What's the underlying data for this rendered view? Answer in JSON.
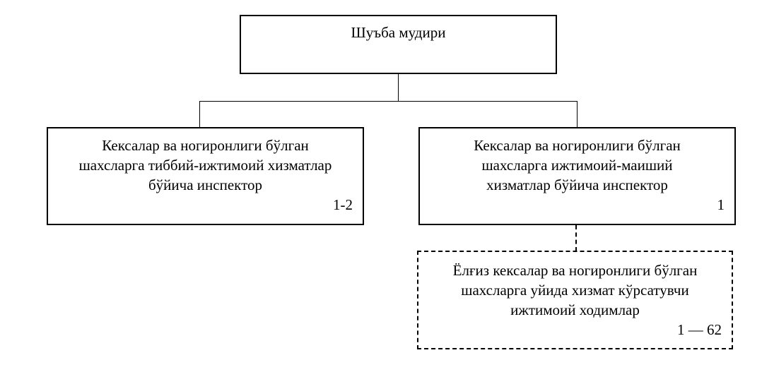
{
  "diagram": {
    "type": "organizational-chart",
    "language": "uz-Cyrl",
    "colors": {
      "background": "#ffffff",
      "border": "#000000",
      "text": "#000000",
      "connector": "#000000"
    },
    "nodes": {
      "root": {
        "title": "Шуъба мудири",
        "count": "",
        "border_style": "solid"
      },
      "left_child": {
        "title": "Кексалар ва ногиронлиги бўлган\nшахсларга тиббий-ижтимоий хизматлар\nбўйича инспектор",
        "count": "1-2",
        "border_style": "solid"
      },
      "right_child": {
        "title": "Кексалар ва ногиронлиги бўлган\nшахсларга ижтимоий-маиший\nхизматлар бўйича инспектор",
        "count": "1",
        "border_style": "solid"
      },
      "leaf": {
        "title": "Ёлғиз кексалар ва ногиронлиги бўлган\nшахсларга уйида хизмат кўрсатувчи\nижтимоий ходимлар",
        "count": "1 — 62",
        "border_style": "dashed"
      }
    },
    "connectors": [
      {
        "name": "root-to-bar",
        "style": "solid",
        "orientation": "vertical"
      },
      {
        "name": "horizontal-bar",
        "style": "solid",
        "orientation": "horizontal"
      },
      {
        "name": "bar-to-left-child",
        "style": "solid",
        "orientation": "vertical"
      },
      {
        "name": "bar-to-right-child",
        "style": "solid",
        "orientation": "vertical"
      },
      {
        "name": "right-child-to-leaf",
        "style": "dashed",
        "orientation": "vertical"
      }
    ]
  }
}
